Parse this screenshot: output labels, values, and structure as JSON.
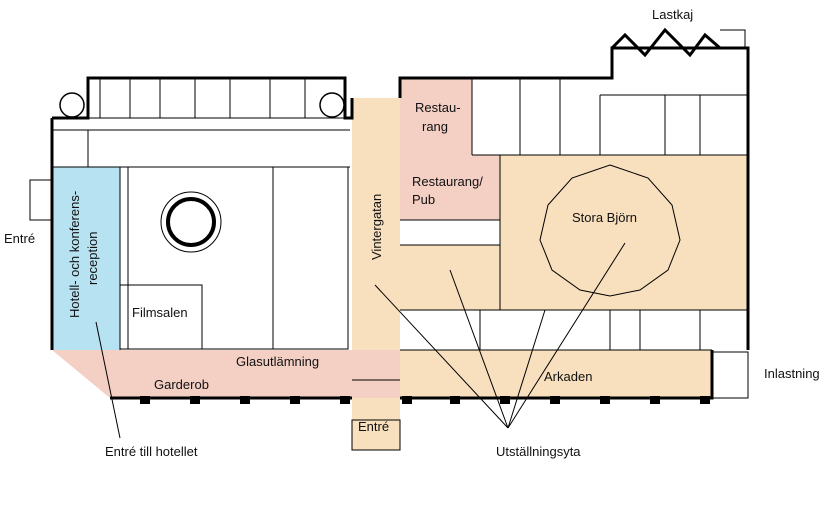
{
  "labels": {
    "lastkaj": "Lastkaj",
    "restaurang_1": "Restau-",
    "restaurang_2": "rang",
    "restaurang_pub_1": "Restaurang/",
    "restaurang_pub_2": "Pub",
    "stora_bjorn": "Stora Björn",
    "vintergatan": "Vintergatan",
    "entre_left": "Entré",
    "hotell_reception_1": "Hotell- och konferens-",
    "hotell_reception_2": "reception",
    "filmsalen": "Filmsalen",
    "glasutlamning": "Glasutlämning",
    "garderob": "Garderob",
    "arkaden": "Arkaden",
    "inlastning": "Inlastning",
    "entre_bottom": "Entré",
    "entre_till_hotellet": "Entré till hotellet",
    "utstallningsyta": "Utställningsyta"
  },
  "colors": {
    "exhibition": "#f8dfbd",
    "restaurant": "#f3cfc4",
    "reception": "#b7e2f1",
    "walls": "#000000"
  }
}
